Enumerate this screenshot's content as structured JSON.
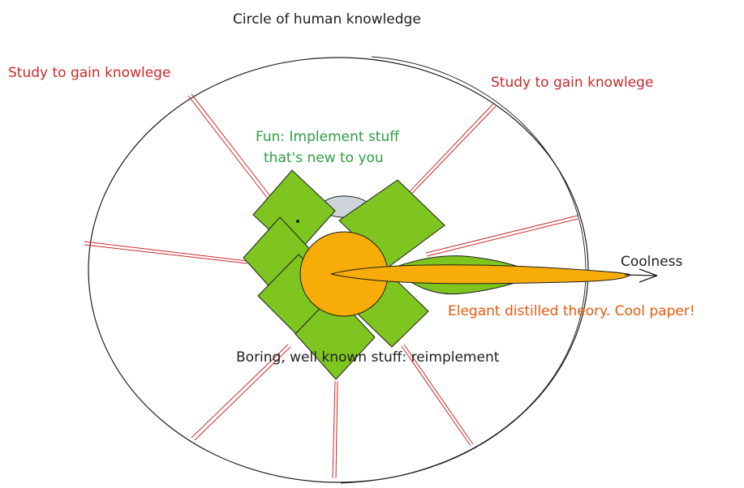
{
  "title": "Circle of human knowledge",
  "labels": {
    "study_left": "Study to gain knowlege",
    "study_right": "Study to gain knowlege",
    "fun": [
      "Fun: Implement stuff",
      "that's new to you"
    ],
    "boring": "Boring, well known stuff: reimplement",
    "coolness": "Coolness",
    "elegant": "Elegant distilled theory. Cool paper!"
  },
  "colors": {
    "ink": "#1e1e1e",
    "red": "#c92a2a",
    "green_text": "#2f9e44",
    "green_fill": "#7ec51f",
    "orange_text": "#e8590c",
    "orange_fill": "#f8ac08",
    "gray": "#ced4da"
  }
}
